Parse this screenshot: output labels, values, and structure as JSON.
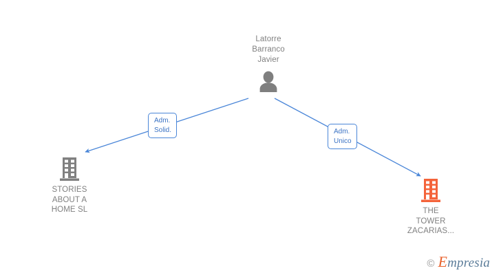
{
  "graph": {
    "background_color": "#ffffff",
    "person": {
      "name": "Latorre\nBarranco\nJavier",
      "icon": "person-icon",
      "icon_color": "#7f7f7f"
    },
    "companies": [
      {
        "id": "left",
        "name": "STORIES\nABOUT A\nHOME  SL",
        "icon": "building-icon",
        "icon_color": "#808080",
        "label_color": "#808080"
      },
      {
        "id": "right",
        "name": "THE\nTOWER\nZACARIAS...",
        "icon": "building-icon",
        "icon_color": "#f4633a",
        "label_color": "#808080"
      }
    ],
    "edges": [
      {
        "id": "edge-left",
        "label": "Adm.\nSolid.",
        "from": "person",
        "to": "left",
        "color": "#4a86d8"
      },
      {
        "id": "edge-right",
        "label": "Adm.\nUnico",
        "from": "person",
        "to": "right",
        "color": "#4a86d8"
      }
    ]
  },
  "watermark": {
    "copyright": "©",
    "brand_initial": "E",
    "brand_rest": "mpresia",
    "initial_color": "#e8622c",
    "text_color": "#5b7c99"
  }
}
